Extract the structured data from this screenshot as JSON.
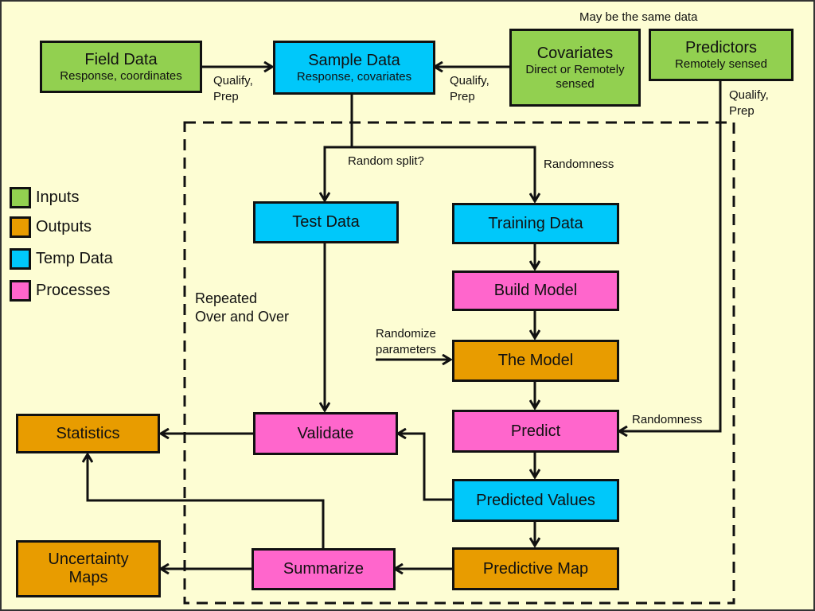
{
  "colors": {
    "input": "#92d050",
    "output": "#e89c00",
    "temp": "#00c8fa",
    "process": "#ff66cc",
    "background": "#fdfdd3"
  },
  "legend": [
    {
      "label": "Inputs",
      "kind": "input"
    },
    {
      "label": "Outputs",
      "kind": "output"
    },
    {
      "label": "Temp Data",
      "kind": "temp"
    },
    {
      "label": "Processes",
      "kind": "process"
    }
  ],
  "nodes": {
    "field_data": {
      "title": "Field Data",
      "subtitle": "Response, coordinates",
      "kind": "input"
    },
    "sample_data": {
      "title": "Sample Data",
      "subtitle": "Response, covariates",
      "kind": "temp"
    },
    "covariates": {
      "title": "Covariates",
      "subtitle": "Direct or Remotely sensed",
      "kind": "input"
    },
    "predictors": {
      "title": "Predictors",
      "subtitle": "Remotely sensed",
      "kind": "input"
    },
    "test_data": {
      "title": "Test Data",
      "kind": "temp"
    },
    "training_data": {
      "title": "Training Data",
      "kind": "temp"
    },
    "build_model": {
      "title": "Build Model",
      "kind": "process"
    },
    "the_model": {
      "title": "The Model",
      "kind": "output"
    },
    "predict": {
      "title": "Predict",
      "kind": "process"
    },
    "predicted_values": {
      "title": "Predicted Values",
      "kind": "temp"
    },
    "predictive_map": {
      "title": "Predictive Map",
      "kind": "output"
    },
    "validate": {
      "title": "Validate",
      "kind": "process"
    },
    "summarize": {
      "title": "Summarize",
      "kind": "process"
    },
    "statistics": {
      "title": "Statistics",
      "kind": "output"
    },
    "uncertainty_maps": {
      "title": "Uncertainty Maps",
      "kind": "output"
    }
  },
  "labels": {
    "same_data": "May be the same data",
    "qualify_prep_1": "Qualify,\nPrep",
    "qualify_prep_2": "Qualify,\nPrep",
    "qualify_prep_3": "Qualify,\nPrep",
    "random_split": "Random split?",
    "randomness_training": "Randomness",
    "randomness_predict": "Randomness",
    "randomize_parameters": "Randomize\nparameters",
    "repeated": "Repeated\nOver and Over"
  },
  "edges": [
    {
      "from": "field_data",
      "to": "sample_data",
      "label": "Qualify, Prep"
    },
    {
      "from": "covariates",
      "to": "sample_data",
      "label": "Qualify, Prep"
    },
    {
      "from": "sample_data",
      "to": "test_data",
      "label": "Random split?"
    },
    {
      "from": "sample_data",
      "to": "training_data",
      "label": "Randomness"
    },
    {
      "from": "training_data",
      "to": "build_model"
    },
    {
      "from": "build_model",
      "to": "the_model"
    },
    {
      "from": "external",
      "to": "the_model",
      "label": "Randomize parameters"
    },
    {
      "from": "the_model",
      "to": "predict"
    },
    {
      "from": "predictors",
      "to": "predict",
      "label": "Qualify, Prep / Randomness"
    },
    {
      "from": "predict",
      "to": "predicted_values"
    },
    {
      "from": "predicted_values",
      "to": "predictive_map"
    },
    {
      "from": "predicted_values",
      "to": "validate"
    },
    {
      "from": "test_data",
      "to": "validate"
    },
    {
      "from": "validate",
      "to": "statistics"
    },
    {
      "from": "predictive_map",
      "to": "summarize"
    },
    {
      "from": "summarize",
      "to": "statistics"
    },
    {
      "from": "summarize",
      "to": "uncertainty_maps"
    }
  ]
}
